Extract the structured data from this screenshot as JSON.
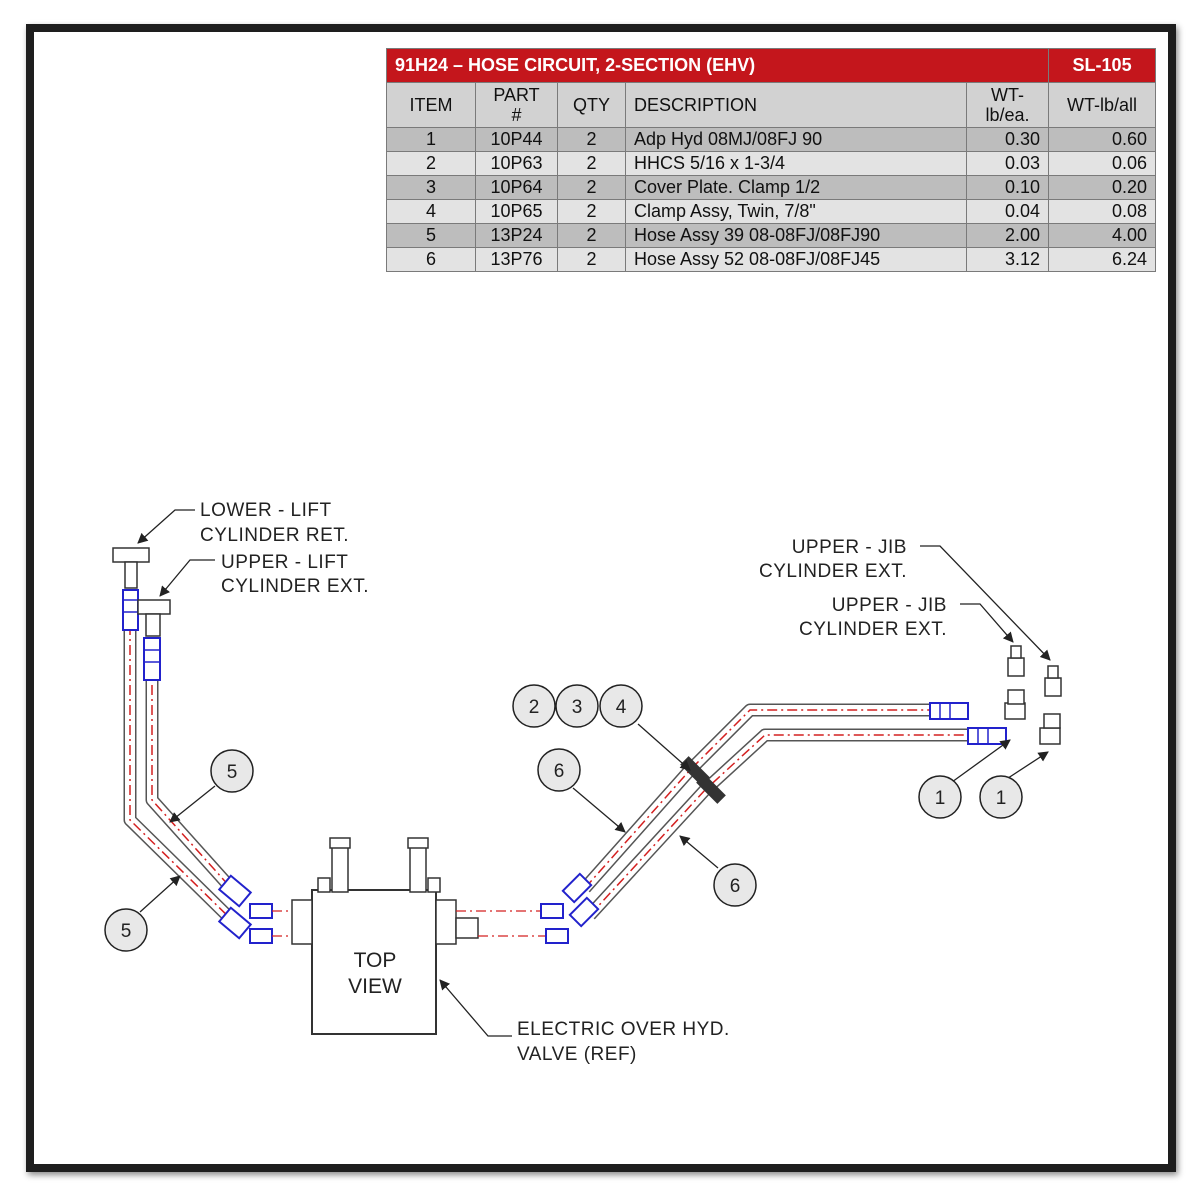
{
  "bom": {
    "title": "91H24 – HOSE CIRCUIT, 2-SECTION (EHV)",
    "sheet": "SL-105",
    "headers": {
      "item": "ITEM",
      "part_line1": "PART",
      "part_line2": "#",
      "qty": "QTY",
      "description": "DESCRIPTION",
      "wt_each_line1": "WT-",
      "wt_each_line2": "lb/ea.",
      "wt_all": "WT-lb/all"
    },
    "rows": [
      {
        "item": "1",
        "part": "10P44",
        "qty": "2",
        "description": "Adp Hyd 08MJ/08FJ 90",
        "wt_each": "0.30",
        "wt_all": "0.60"
      },
      {
        "item": "2",
        "part": "10P63",
        "qty": "2",
        "description": "HHCS 5/16 x 1-3/4",
        "wt_each": "0.03",
        "wt_all": "0.06"
      },
      {
        "item": "3",
        "part": "10P64",
        "qty": "2",
        "description": "Cover Plate. Clamp 1/2",
        "wt_each": "0.10",
        "wt_all": "0.20"
      },
      {
        "item": "4",
        "part": "10P65",
        "qty": "2",
        "description": "Clamp Assy, Twin, 7/8\"",
        "wt_each": "0.04",
        "wt_all": "0.08"
      },
      {
        "item": "5",
        "part": "13P24",
        "qty": "2",
        "description": "Hose Assy 39 08-08FJ/08FJ90",
        "wt_each": "2.00",
        "wt_all": "4.00"
      },
      {
        "item": "6",
        "part": "13P76",
        "qty": "2",
        "description": "Hose Assy 52 08-08FJ/08FJ45",
        "wt_each": "3.12",
        "wt_all": "6.24"
      }
    ]
  },
  "drawing": {
    "labels": {
      "lower_lift_1": "LOWER - LIFT",
      "lower_lift_2": "CYLINDER RET.",
      "upper_lift_1": "UPPER - LIFT",
      "upper_lift_2": "CYLINDER EXT.",
      "upper_jib_a_1": "UPPER - JIB",
      "upper_jib_a_2": "CYLINDER EXT.",
      "upper_jib_b_1": "UPPER - JIB",
      "upper_jib_b_2": "CYLINDER EXT.",
      "view_1": "TOP",
      "view_2": "VIEW",
      "valve_1": "ELECTRIC OVER HYD.",
      "valve_2": "VALVE (REF)"
    },
    "balloons": {
      "b5_upper": "5",
      "b5_lower": "5",
      "b2": "2",
      "b3": "3",
      "b4": "4",
      "b6_upper": "6",
      "b6_lower": "6",
      "b1_left": "1",
      "b1_right": "1"
    },
    "colors": {
      "title_bar": "#c4161c",
      "fitting_blue": "#2222cc",
      "centerline_red": "#d42020"
    }
  }
}
